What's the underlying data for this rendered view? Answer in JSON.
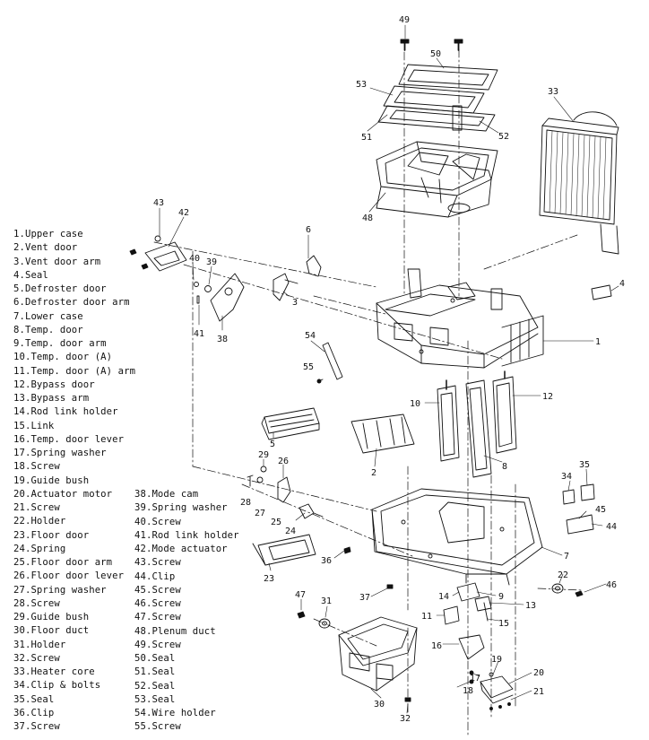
{
  "legend": [
    {
      "num": "1.",
      "name": "Upper case"
    },
    {
      "num": "2.",
      "name": "Vent door"
    },
    {
      "num": "3.",
      "name": "Vent door arm"
    },
    {
      "num": "4.",
      "name": "Seal"
    },
    {
      "num": "5.",
      "name": "Defroster door"
    },
    {
      "num": "6.",
      "name": "Defroster door arm"
    },
    {
      "num": "7.",
      "name": "Lower case"
    },
    {
      "num": "8.",
      "name": "Temp. door"
    },
    {
      "num": "9.",
      "name": "Temp. door arm"
    },
    {
      "num": "10.",
      "name": "Temp. door (A)"
    },
    {
      "num": "11.",
      "name": "Temp. door (A) arm"
    },
    {
      "num": "12.",
      "name": "Bypass door"
    },
    {
      "num": "13.",
      "name": "Bypass arm"
    },
    {
      "num": "14.",
      "name": "Rod link holder"
    },
    {
      "num": "15.",
      "name": "Link"
    },
    {
      "num": "16.",
      "name": "Temp. door lever"
    },
    {
      "num": "17.",
      "name": "Spring washer"
    },
    {
      "num": "18.",
      "name": "Screw"
    },
    {
      "num": "19.",
      "name": "Guide bush"
    },
    {
      "num": "20.",
      "name": "Actuator motor"
    },
    {
      "num": "21.",
      "name": "Screw"
    },
    {
      "num": "22.",
      "name": "Holder"
    },
    {
      "num": "23.",
      "name": "Floor door"
    },
    {
      "num": "24.",
      "name": "Spring"
    },
    {
      "num": "25.",
      "name": "Floor door arm"
    },
    {
      "num": "26.",
      "name": "Floor door lever"
    },
    {
      "num": "27.",
      "name": "Spring washer"
    },
    {
      "num": "28.",
      "name": "Screw"
    },
    {
      "num": "29.",
      "name": "Guide bush"
    },
    {
      "num": "30.",
      "name": "Floor duct"
    },
    {
      "num": "31.",
      "name": "Holder"
    },
    {
      "num": "32.",
      "name": "Screw"
    },
    {
      "num": "33.",
      "name": "Heater core"
    },
    {
      "num": "34.",
      "name": "Clip & bolts"
    },
    {
      "num": "35.",
      "name": "Seal"
    },
    {
      "num": "36.",
      "name": "Clip"
    },
    {
      "num": "37.",
      "name": "Screw"
    },
    {
      "num": "38.",
      "name": "Mode cam"
    },
    {
      "num": "39.",
      "name": "Spring washer"
    },
    {
      "num": "40.",
      "name": "Screw"
    },
    {
      "num": "41.",
      "name": "Rod link holder"
    },
    {
      "num": "42.",
      "name": "Mode actuator"
    },
    {
      "num": "43.",
      "name": "Screw"
    },
    {
      "num": "44.",
      "name": "Clip"
    },
    {
      "num": "45.",
      "name": "Screw"
    },
    {
      "num": "46.",
      "name": "Screw"
    },
    {
      "num": "47.",
      "name": "Screw"
    },
    {
      "num": "48.",
      "name": "Plenum duct"
    },
    {
      "num": "49.",
      "name": "Screw"
    },
    {
      "num": "50.",
      "name": "Seal"
    },
    {
      "num": "51.",
      "name": "Seal"
    },
    {
      "num": "52.",
      "name": "Seal"
    },
    {
      "num": "53.",
      "name": "Seal"
    },
    {
      "num": "54.",
      "name": "Wire holder"
    },
    {
      "num": "55.",
      "name": "Screw"
    }
  ],
  "callouts": [
    "1",
    "2",
    "3",
    "4",
    "5",
    "6",
    "7",
    "8",
    "9",
    "10",
    "11",
    "12",
    "13",
    "14",
    "15",
    "16",
    "17",
    "18",
    "19",
    "20",
    "21",
    "22",
    "23",
    "24",
    "25",
    "26",
    "27",
    "28",
    "29",
    "30",
    "31",
    "32",
    "33",
    "34",
    "35",
    "36",
    "37",
    "38",
    "39",
    "40",
    "41",
    "42",
    "43",
    "44",
    "45",
    "46",
    "47",
    "48",
    "49",
    "50",
    "51",
    "52",
    "53",
    "54",
    "55"
  ],
  "colors": {
    "line": "#111111",
    "background": "#ffffff"
  }
}
